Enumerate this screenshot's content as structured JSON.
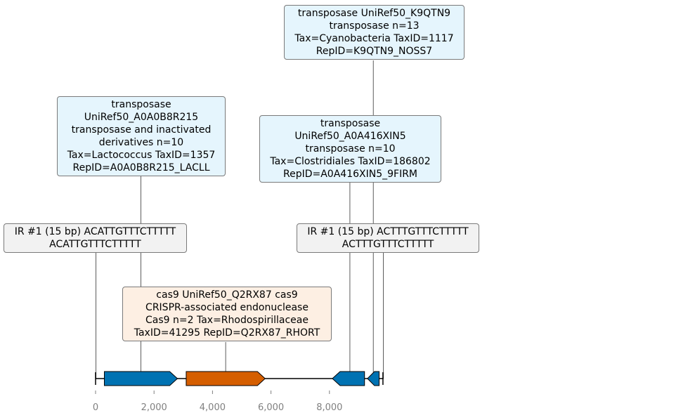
{
  "track": {
    "length_bp": 9850,
    "axis_ticks": [
      {
        "value": 0,
        "label": "0"
      },
      {
        "value": 2000,
        "label": "2,000"
      },
      {
        "value": 4000,
        "label": "4,000"
      },
      {
        "value": 6000,
        "label": "6,000"
      },
      {
        "value": 8000,
        "label": "8,000"
      }
    ],
    "colors": {
      "transposase": "#0072b2",
      "cas9": "#d55e00",
      "repeat_box": "#f2f2f2",
      "transposase_box": "#e5f5fd",
      "cas9_box": "#fdefe3"
    }
  },
  "features": [
    {
      "id": "ir-left",
      "kind": "repeat",
      "start": 0,
      "end": 15,
      "strand": 0
    },
    {
      "id": "tnp-1",
      "kind": "transposase",
      "start": 300,
      "end": 2800,
      "strand": 1
    },
    {
      "id": "cas9",
      "kind": "cas9",
      "start": 3100,
      "end": 5800,
      "strand": 1
    },
    {
      "id": "tnp-2",
      "kind": "transposase",
      "start": 8100,
      "end": 9200,
      "strand": -1
    },
    {
      "id": "tnp-3",
      "kind": "transposase",
      "start": 9300,
      "end": 9700,
      "strand": -1
    },
    {
      "id": "ir-right",
      "kind": "repeat",
      "start": 9830,
      "end": 9845,
      "strand": 0
    }
  ],
  "annotations": {
    "tnp_k9qtn9": [
      "transposase UniRef50_K9QTN9",
      "transposase n=13",
      "Tax=Cyanobacteria TaxID=1117",
      "RepID=K9QTN9_NOSS7"
    ],
    "tnp_a0a0b8r215": [
      "transposase",
      "UniRef50_A0A0B8R215",
      "transposase and inactivated",
      "derivatives n=10",
      "Tax=Lactococcus TaxID=1357",
      "RepID=A0A0B8R215_LACLL"
    ],
    "tnp_a0a416xin5": [
      "transposase",
      "UniRef50_A0A416XIN5",
      "transposase n=10",
      "Tax=Clostridiales TaxID=186802",
      "RepID=A0A416XIN5_9FIRM"
    ],
    "ir_left": [
      "IR #1 (15 bp) ACATTGTTTCTTTTT",
      "ACATTGTTTCTTTTT"
    ],
    "ir_right": [
      "IR #1 (15 bp) ACTTTGTTTCTTTTT",
      "ACTTTGTTTCTTTTT"
    ],
    "cas9_q2rx87": [
      "cas9 UniRef50_Q2RX87 cas9",
      "CRISPR-associated endonuclease",
      "Cas9 n=2 Tax=Rhodospirillaceae",
      "TaxID=41295 RepID=Q2RX87_RHORT"
    ]
  }
}
